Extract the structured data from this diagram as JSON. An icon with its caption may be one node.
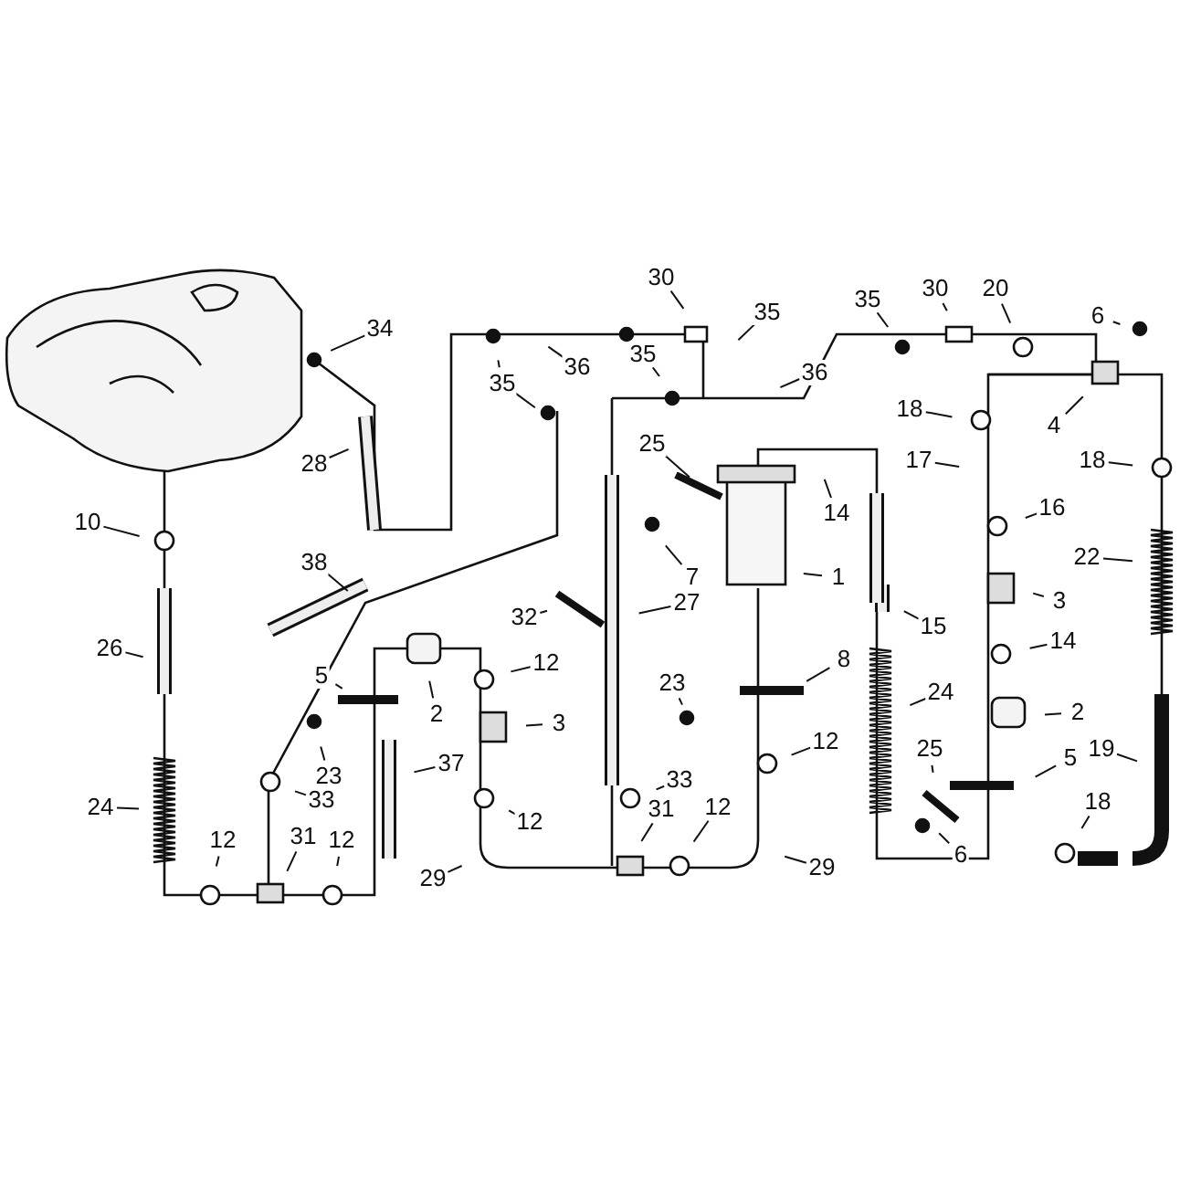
{
  "diagram": {
    "nodes": [
      {
        "text": [
          "34"
        ]
      },
      {
        "text": [
          "28"
        ]
      },
      {
        "text": [
          "10"
        ]
      },
      {
        "text": [
          "26"
        ]
      },
      {
        "text": [
          "24"
        ]
      },
      {
        "text": [
          "12"
        ]
      },
      {
        "text": [
          "31"
        ]
      },
      {
        "text": [
          "12"
        ]
      },
      {
        "text": [
          "33"
        ]
      },
      {
        "text": [
          "23"
        ]
      },
      {
        "text": [
          "5"
        ]
      },
      {
        "text": [
          "2"
        ]
      },
      {
        "text": [
          "38"
        ]
      },
      {
        "text": [
          "35"
        ]
      },
      {
        "text": [
          "36"
        ]
      },
      {
        "text": [
          "30"
        ]
      },
      {
        "text": [
          "35"
        ]
      },
      {
        "text": [
          "35"
        ]
      },
      {
        "text": [
          "36"
        ]
      },
      {
        "text": [
          "12"
        ]
      },
      {
        "text": [
          "3"
        ]
      },
      {
        "text": [
          "12"
        ]
      },
      {
        "text": [
          "37"
        ]
      },
      {
        "text": [
          "29"
        ]
      },
      {
        "text": [
          "32"
        ]
      },
      {
        "text": [
          "27"
        ]
      },
      {
        "text": [
          "33"
        ]
      },
      {
        "text": [
          "31"
        ]
      },
      {
        "text": [
          "12"
        ]
      },
      {
        "text": [
          "29"
        ]
      },
      {
        "text": [
          "25"
        ]
      },
      {
        "text": [
          "7"
        ]
      },
      {
        "text": [
          "14"
        ]
      },
      {
        "text": [
          "1"
        ]
      },
      {
        "text": [
          "8"
        ]
      },
      {
        "text": [
          "23"
        ]
      },
      {
        "text": [
          "12"
        ]
      },
      {
        "text": [
          "15"
        ]
      },
      {
        "text": [
          "24"
        ]
      },
      {
        "text": [
          "35"
        ]
      },
      {
        "text": [
          "30"
        ]
      },
      {
        "text": [
          "20"
        ]
      },
      {
        "text": [
          "6"
        ]
      },
      {
        "text": [
          "4"
        ]
      },
      {
        "text": [
          "18"
        ]
      },
      {
        "text": [
          "17"
        ]
      },
      {
        "text": [
          "16"
        ]
      },
      {
        "text": [
          "3"
        ]
      },
      {
        "text": [
          "14"
        ]
      },
      {
        "text": [
          "2"
        ]
      },
      {
        "text": [
          "25"
        ]
      },
      {
        "text": [
          "5"
        ]
      },
      {
        "text": [
          "6"
        ]
      },
      {
        "text": [
          "18"
        ]
      },
      {
        "text": [
          "22"
        ]
      },
      {
        "text": [
          "19"
        ]
      },
      {
        "text": [
          "18"
        ]
      }
    ],
    "edges": [
      {
        "from": 0,
        "to": null,
        "arrow": "none"
      },
      {
        "from": 1,
        "to": null,
        "arrow": "none"
      },
      {
        "from": 2,
        "to": null,
        "arrow": "none"
      },
      {
        "from": 3,
        "to": null,
        "arrow": "none"
      },
      {
        "from": 4,
        "to": null,
        "arrow": "none"
      },
      {
        "from": 5,
        "to": null,
        "arrow": "none"
      },
      {
        "from": 6,
        "to": null,
        "arrow": "none"
      },
      {
        "from": 7,
        "to": null,
        "arrow": "none"
      },
      {
        "from": 8,
        "to": null,
        "arrow": "none"
      },
      {
        "from": 9,
        "to": null,
        "arrow": "none"
      },
      {
        "from": 10,
        "to": null,
        "arrow": "none"
      },
      {
        "from": 11,
        "to": null,
        "arrow": "none"
      },
      {
        "from": 12,
        "to": null,
        "arrow": "none"
      },
      {
        "from": 13,
        "to": null,
        "arrow": "none"
      },
      {
        "from": 13,
        "to": null,
        "arrow": "none"
      },
      {
        "from": 14,
        "to": null,
        "arrow": "none"
      },
      {
        "from": 15,
        "to": null,
        "arrow": "none"
      },
      {
        "from": 16,
        "to": null,
        "arrow": "none"
      },
      {
        "from": 17,
        "to": null,
        "arrow": "none"
      },
      {
        "from": 18,
        "to": null,
        "arrow": "none"
      },
      {
        "from": 19,
        "to": null,
        "arrow": "none"
      },
      {
        "from": 20,
        "to": null,
        "arrow": "none"
      },
      {
        "from": 21,
        "to": null,
        "arrow": "none"
      },
      {
        "from": 22,
        "to": null,
        "arrow": "none"
      },
      {
        "from": 23,
        "to": null,
        "arrow": "none"
      },
      {
        "from": 24,
        "to": null,
        "arrow": "none"
      },
      {
        "from": 25,
        "to": null,
        "arrow": "none"
      },
      {
        "from": 26,
        "to": null,
        "arrow": "none"
      },
      {
        "from": 27,
        "to": null,
        "arrow": "none"
      },
      {
        "from": 28,
        "to": null,
        "arrow": "none"
      },
      {
        "from": 29,
        "to": null,
        "arrow": "none"
      },
      {
        "from": 30,
        "to": null,
        "arrow": "none"
      },
      {
        "from": 31,
        "to": null,
        "arrow": "none"
      },
      {
        "from": 32,
        "to": null,
        "arrow": "none"
      },
      {
        "from": 33,
        "to": null,
        "arrow": "none"
      },
      {
        "from": 34,
        "to": null,
        "arrow": "none"
      },
      {
        "from": 35,
        "to": null,
        "arrow": "none"
      },
      {
        "from": 36,
        "to": null,
        "arrow": "none"
      },
      {
        "from": 37,
        "to": null,
        "arrow": "none"
      },
      {
        "from": 38,
        "to": null,
        "arrow": "none"
      },
      {
        "from": 39,
        "to": null,
        "arrow": "none"
      },
      {
        "from": 40,
        "to": null,
        "arrow": "none"
      },
      {
        "from": 41,
        "to": null,
        "arrow": "none"
      },
      {
        "from": 42,
        "to": null,
        "arrow": "none"
      },
      {
        "from": 43,
        "to": null,
        "arrow": "none"
      },
      {
        "from": 44,
        "to": null,
        "arrow": "none"
      },
      {
        "from": 45,
        "to": null,
        "arrow": "none"
      },
      {
        "from": 46,
        "to": null,
        "arrow": "none"
      },
      {
        "from": 47,
        "to": null,
        "arrow": "none"
      },
      {
        "from": 48,
        "to": null,
        "arrow": "none"
      },
      {
        "from": 49,
        "to": null,
        "arrow": "none"
      },
      {
        "from": 50,
        "to": null,
        "arrow": "none"
      },
      {
        "from": 51,
        "to": null,
        "arrow": "none"
      },
      {
        "from": 52,
        "to": null,
        "arrow": "none"
      },
      {
        "from": 53,
        "to": null,
        "arrow": "none"
      },
      {
        "from": 54,
        "to": null,
        "arrow": "none"
      },
      {
        "from": 55,
        "to": null,
        "arrow": "none"
      },
      {
        "from": 56,
        "to": null,
        "arrow": "none"
      }
    ]
  }
}
